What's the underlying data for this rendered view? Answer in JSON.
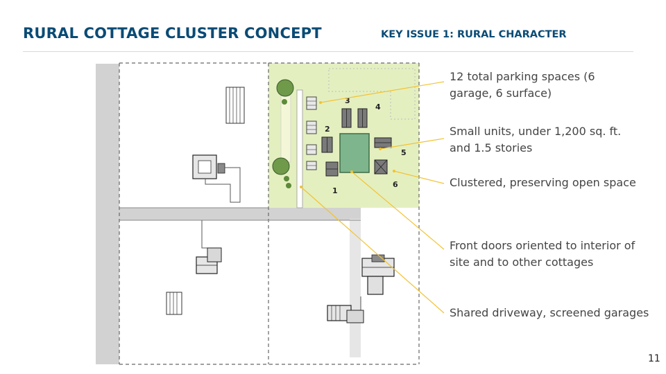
{
  "header": {
    "title": "RURAL COTTAGE CLUSTER CONCEPT",
    "subtitle": "KEY ISSUE 1: RURAL CHARACTER"
  },
  "plan": {
    "unit_numbers": [
      "1",
      "2",
      "3",
      "4",
      "5",
      "6"
    ]
  },
  "callouts": [
    {
      "line1": "12 total parking spaces (6",
      "line2": "garage, 6 surface)"
    },
    {
      "line1": "Small units, under 1,200 sq. ft.",
      "line2": "and 1.5 stories"
    },
    {
      "line1": "Clustered, preserving open space",
      "line2": ""
    },
    {
      "line1": "Front doors oriented to interior of",
      "line2": "site and to other cottages"
    },
    {
      "line1": "Shared driveway, screened garages",
      "line2": ""
    }
  ],
  "footer": {
    "page_number": "11"
  },
  "colors": {
    "heading": "#0a4b75",
    "leader_line": "#f2c230",
    "open_space": "#e4efc0",
    "green_court": "#7fb58c",
    "road": "#d2d2d2"
  }
}
